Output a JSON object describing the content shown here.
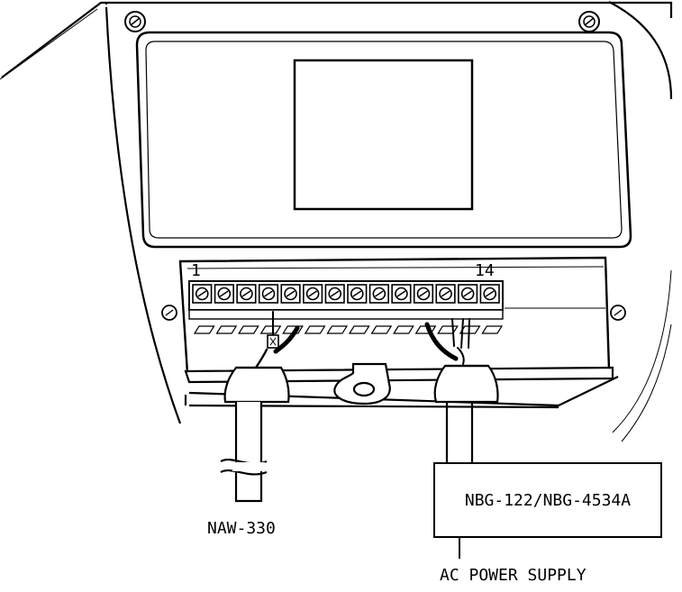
{
  "terminal_labels": {
    "first": "1",
    "last": "14"
  },
  "box_label": "NBG-122/NBG-4534A",
  "cable_left_label": "NAW-330",
  "power_label": "AC POWER SUPPLY",
  "terminal_count": 14,
  "colors": {
    "line": "#000000",
    "background": "#ffffff"
  }
}
